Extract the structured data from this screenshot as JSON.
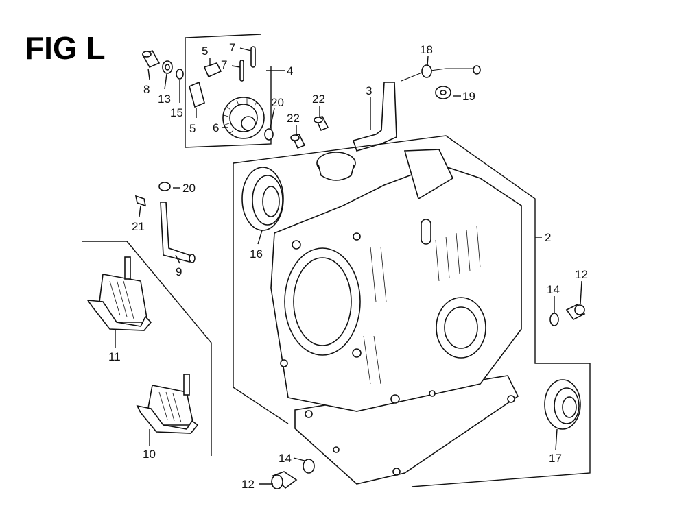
{
  "figure": {
    "title": "FIG L"
  },
  "callouts": [
    {
      "id": "c8",
      "label": "8"
    },
    {
      "id": "c13",
      "label": "13"
    },
    {
      "id": "c15",
      "label": "15"
    },
    {
      "id": "c5a",
      "label": "5"
    },
    {
      "id": "c5b",
      "label": "5"
    },
    {
      "id": "c7a",
      "label": "7"
    },
    {
      "id": "c7b",
      "label": "7"
    },
    {
      "id": "c4",
      "label": "4"
    },
    {
      "id": "c6",
      "label": "6"
    },
    {
      "id": "c20a",
      "label": "20"
    },
    {
      "id": "c22a",
      "label": "22"
    },
    {
      "id": "c22b",
      "label": "22"
    },
    {
      "id": "c3",
      "label": "3"
    },
    {
      "id": "c18",
      "label": "18"
    },
    {
      "id": "c19",
      "label": "19"
    },
    {
      "id": "c20b",
      "label": "20"
    },
    {
      "id": "c21",
      "label": "21"
    },
    {
      "id": "c9",
      "label": "9"
    },
    {
      "id": "c16",
      "label": "16"
    },
    {
      "id": "c2",
      "label": "2"
    },
    {
      "id": "c14a",
      "label": "14"
    },
    {
      "id": "c12a",
      "label": "12"
    },
    {
      "id": "c11",
      "label": "11"
    },
    {
      "id": "c10",
      "label": "10"
    },
    {
      "id": "c17",
      "label": "17"
    },
    {
      "id": "c14b",
      "label": "14"
    },
    {
      "id": "c12b",
      "label": "12"
    }
  ]
}
